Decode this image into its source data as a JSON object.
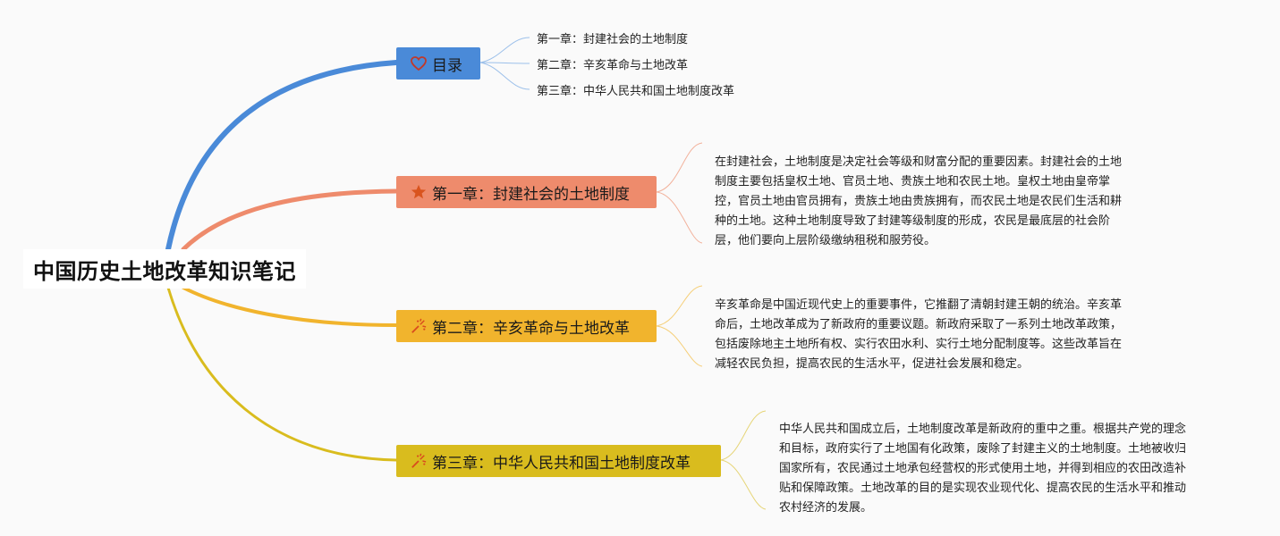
{
  "root": {
    "title": "中国历史土地改革知识笔记"
  },
  "toc": {
    "label": "目录",
    "items": [
      "第一章：封建社会的土地制度",
      "第二章：辛亥革命与土地改革",
      "第三章：中华人民共和国土地制度改革"
    ]
  },
  "chapters": [
    {
      "label": "第一章：封建社会的土地制度",
      "lines": [
        "在封建社会，土地制度是决定社会等级和财富分配的重要因素。封建社会的土地",
        "制度主要包括皇权土地、官员土地、贵族土地和农民土地。皇权土地由皇帝掌",
        "控，官员土地由官员拥有，贵族土地由贵族拥有，而农民土地是农民们生活和耕",
        "种的土地。这种土地制度导致了封建等级制度的形成，农民是最底层的社会阶",
        "层，他们要向上层阶级缴纳租税和服劳役。"
      ]
    },
    {
      "label": "第二章：辛亥革命与土地改革",
      "lines": [
        "辛亥革命是中国近现代史上的重要事件，它推翻了清朝封建王朝的统治。辛亥革",
        "命后，土地改革成为了新政府的重要议题。新政府采取了一系列土地改革政策，",
        "包括废除地主土地所有权、实行农田水利、实行土地分配制度等。这些改革旨在",
        "减轻农民负担，提高农民的生活水平，促进社会发展和稳定。"
      ]
    },
    {
      "label": "第三章：中华人民共和国土地制度改革",
      "lines": [
        "中华人民共和国成立后，土地制度改革是新政府的重中之重。根据共产党的理念",
        "和目标，政府实行了土地国有化政策，废除了封建主义的土地制度。土地被收归",
        "国家所有，农民通过土地承包经营权的形式使用土地，并得到相应的农田改造补",
        "贴和保障政策。土地改革的目的是实现农业现代化、提高农民的生活水平和推动",
        "农村经济的发展。"
      ]
    }
  ],
  "colors": {
    "toc": "#4a8ad8",
    "ch1": "#ee8b6c",
    "ch2": "#f1b42d",
    "ch3": "#d9bc1e",
    "icon_heart": "#c0392b",
    "icon_star": "#d9541e",
    "icon_firework": "#d94a1e"
  },
  "icons": {
    "toc": "heart-icon",
    "ch1": "star-icon",
    "ch2": "firework-icon",
    "ch3": "firework-icon"
  }
}
